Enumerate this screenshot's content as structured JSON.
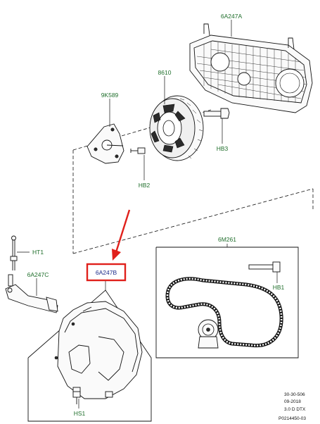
{
  "diagram": {
    "labels": {
      "cover_upper": "6A247A",
      "pulley": "8610",
      "plate": "9K589",
      "bolt_hb3": "HB3",
      "bolt_hb2": "HB2",
      "belt": "6M261",
      "bolt_hb1": "HB1",
      "stud_ht1": "HT1",
      "bracket": "6A247C",
      "cover_lower": "6A247B",
      "bolt_hs1": "HS1"
    },
    "highlight": {
      "color": "#e0201b"
    },
    "footer": [
      "30-30-506",
      "09-2018",
      "3.0 D DTX",
      "P0214450-03"
    ]
  }
}
